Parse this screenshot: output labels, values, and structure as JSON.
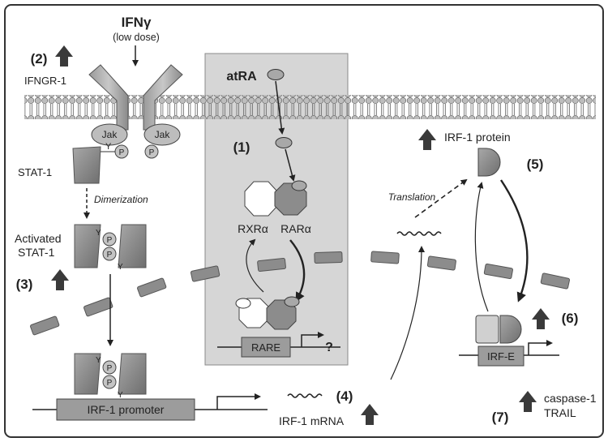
{
  "ligand": {
    "name": "IFNγ",
    "dose": "(low dose)"
  },
  "receptor": {
    "step": "(2)",
    "name": "IFNGR-1"
  },
  "kinases": {
    "left": "Jak",
    "right": "Jak",
    "phospho": "P",
    "tyrosine": "Y"
  },
  "stat": {
    "name": "STAT-1",
    "dimerization": "Dimerization",
    "activated_line1": "Activated",
    "activated_line2": "STAT-1",
    "step": "(3)"
  },
  "retinoid": {
    "name": "atRA",
    "step": "(1)",
    "rxr": "RXRα",
    "rar": "RARα",
    "element": "RARE",
    "unknown": "?"
  },
  "promoter": {
    "name": "IRF-1 promoter"
  },
  "mrna": {
    "step": "(4)",
    "name": "IRF-1 mRNA"
  },
  "protein": {
    "step": "(5)",
    "name": "IRF-1 protein",
    "translation": "Translation"
  },
  "target": {
    "step": "(6)",
    "element": "IRF-E"
  },
  "genes": {
    "step": "(7)",
    "line1": "caspase-1",
    "line2": "TRAIL"
  },
  "colors": {
    "border": "#333333",
    "nucleus_box": "#d4d4d4",
    "protein_gray": "#8c8c8c",
    "membrane": "#7a7a7a",
    "up_arrow": "#3a3a3a"
  }
}
